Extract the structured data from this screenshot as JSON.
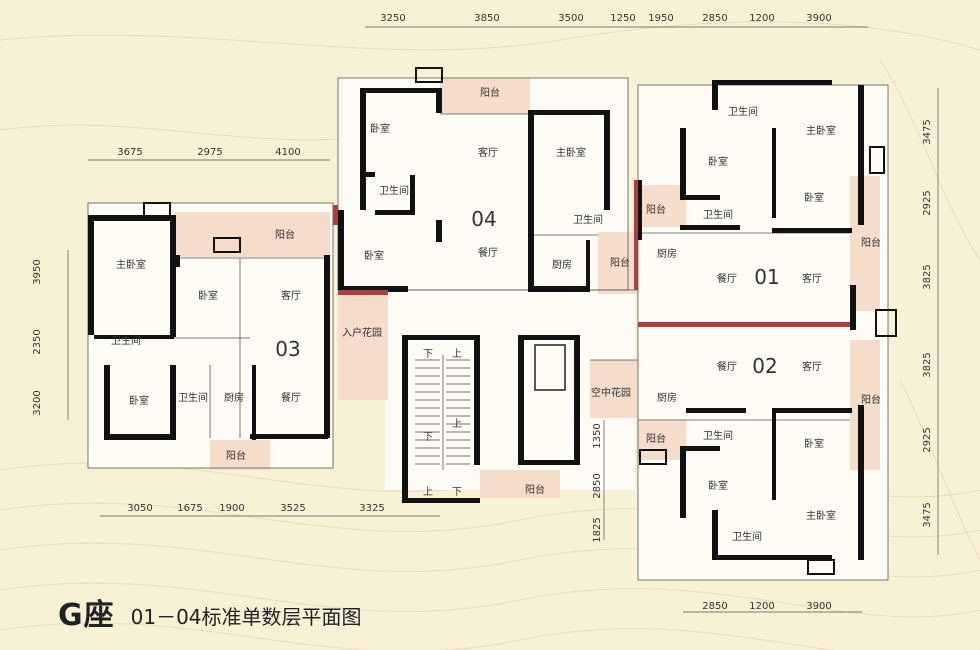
{
  "caption": {
    "block": "G座",
    "subtitle": "01－04标准单数层平面图"
  },
  "units": [
    "01",
    "02",
    "03",
    "04"
  ],
  "rooms": {
    "u04": [
      "阳台",
      "卧室",
      "客厅",
      "主卧室",
      "卫生间",
      "卫生间",
      "卧室",
      "餐厅",
      "厨房",
      "阳台"
    ],
    "u03": [
      "阳台",
      "主卧室",
      "卧室",
      "客厅",
      "卫生间",
      "卧室",
      "卫生间",
      "厨房",
      "餐厅",
      "阳台"
    ],
    "u01": [
      "卫生间",
      "主卧室",
      "卧室",
      "阳台",
      "卫生间",
      "卧室",
      "阳台",
      "厨房",
      "餐厅",
      "客厅"
    ],
    "u02": [
      "餐厅",
      "客厅",
      "厨房",
      "阳台",
      "卫生间",
      "卧室",
      "阳台",
      "卧室",
      "主卧室",
      "卫生间"
    ],
    "core": [
      "入户花园",
      "空中花园",
      "阳台",
      "下",
      "上",
      "下",
      "上",
      "上",
      "下"
    ]
  },
  "dims": {
    "top": [
      "3250",
      "3850",
      "3500",
      "1250",
      "1950",
      "2850",
      "1200",
      "3900"
    ],
    "left_top": [
      "3675",
      "2975",
      "4100"
    ],
    "left_side": [
      "3950",
      "2350",
      "3200"
    ],
    "bottom": [
      "3050",
      "1675",
      "1900",
      "3525",
      "3325"
    ],
    "core_side": [
      "1350",
      "2850",
      "1825"
    ],
    "right": [
      "3475",
      "2925",
      "3825",
      "3825",
      "2925",
      "3475"
    ],
    "bottom_right": [
      "2850",
      "1200",
      "3900"
    ]
  }
}
